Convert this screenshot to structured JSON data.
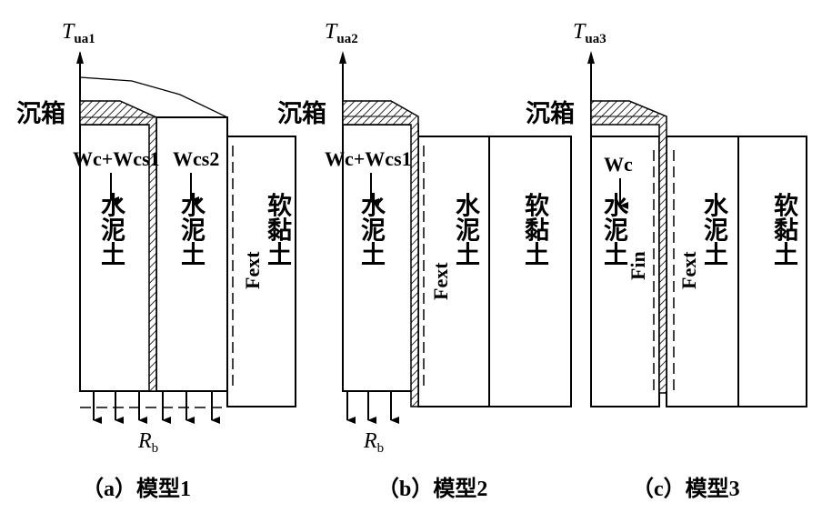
{
  "panels": [
    {
      "axis_label": "T",
      "axis_sub": "ua1",
      "caisson": "沉箱",
      "loads": [
        "Wc+Wcs1",
        "Wcs2"
      ],
      "cement": "水泥土",
      "clay": "软黏土",
      "fext": "Fext",
      "reaction": "R",
      "reaction_sub": "b",
      "caption": "（a）模型1"
    },
    {
      "axis_label": "T",
      "axis_sub": "ua2",
      "caisson": "沉箱",
      "loads": [
        "Wc+Wcs1"
      ],
      "cement": "水泥土",
      "clay": "软黏土",
      "fext": "Fext",
      "reaction": "R",
      "reaction_sub": "b",
      "caption": "（b）模型2"
    },
    {
      "axis_label": "T",
      "axis_sub": "ua3",
      "caisson": "沉箱",
      "loads": [
        "Wc"
      ],
      "cement": "水泥土",
      "clay": "软黏土",
      "fext": "Fext",
      "fin": "Fin",
      "caption": "（c）模型3"
    }
  ]
}
